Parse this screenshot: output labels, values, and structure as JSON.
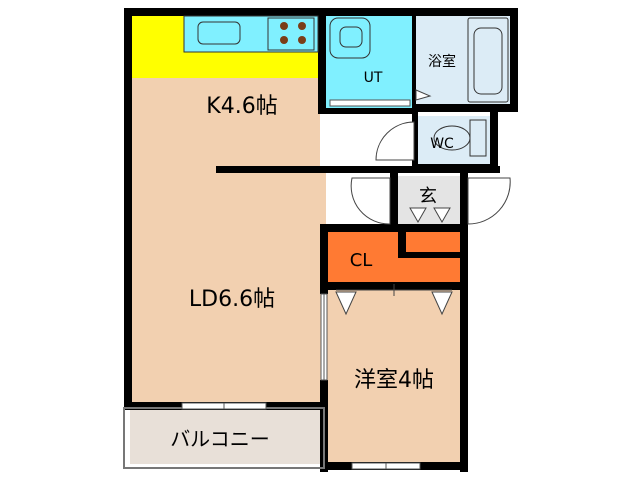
{
  "rooms": {
    "kitchen": {
      "label": "K4.6帖"
    },
    "ld": {
      "label": "LD6.6帖"
    },
    "bedroom": {
      "label": "洋室4帖"
    },
    "utility": {
      "label": "UT"
    },
    "bath": {
      "label": "浴室"
    },
    "toilet": {
      "label": "WC"
    },
    "entrance": {
      "label": "玄"
    },
    "closet": {
      "label": "CL"
    },
    "balcony": {
      "label": "バルコニー"
    }
  },
  "colors": {
    "kitchen_counter": "#ffff00",
    "living_floor": "#f2d0b0",
    "wet_area": "#80f0ff",
    "bath_floor": "#dcecf6",
    "toilet_floor": "#dcecf6",
    "closet": "#ff7a33",
    "entrance_floor": "#e4e4e4",
    "balcony_floor": "#e8e0d8",
    "wall": "#000000",
    "fixture_fill": "#80f0ff",
    "stove_burner": "#7a3d18"
  }
}
